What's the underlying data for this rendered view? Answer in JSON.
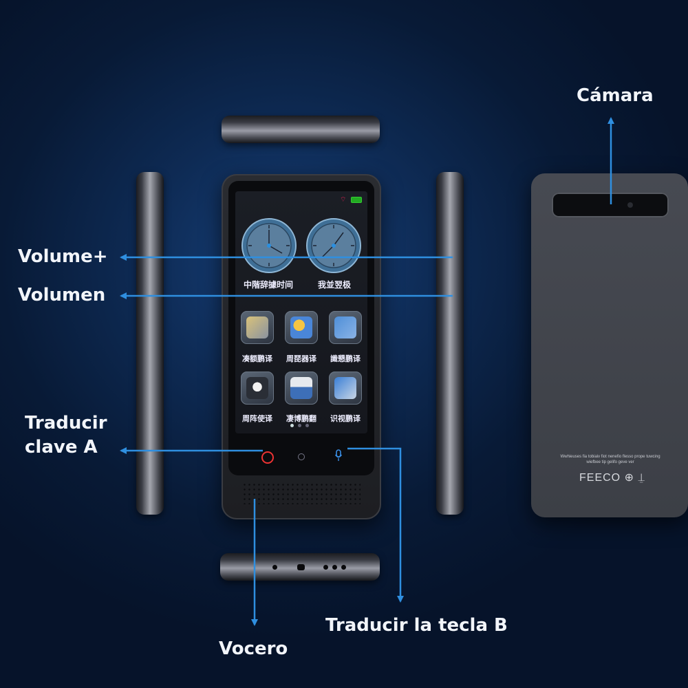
{
  "labels": {
    "camara": "Cámara",
    "volume_plus": "Volume+",
    "volumen": "Volumen",
    "traducir_a_line1": "Traducir",
    "traducir_a_line2": "clave A",
    "vocero": "Vocero",
    "traducir_b": "Traducir la tecla B"
  },
  "screen": {
    "clock_left_label": "中階辞據时间",
    "clock_right_label": "我並翌极",
    "apps": [
      {
        "label": "凑额鹏译"
      },
      {
        "label": "周琵器译"
      },
      {
        "label": "識懇鹏译"
      },
      {
        "label": "周阵使译"
      },
      {
        "label": "凄博鹏翻"
      },
      {
        "label": "识视鹏译"
      }
    ]
  },
  "back": {
    "small_text": "Wwhieuses fia tobiaiv fiot nenefio flesso prope tuwcing wiefbee tip gelifo geve ver",
    "logo": "FEECO ⊕ ⍊"
  },
  "colors": {
    "arrow": "#2f8fe0",
    "background": "#0b2044",
    "text": "#f2f5fa",
    "key_a": "#ee3333",
    "key_b": "#3a8fe6"
  }
}
